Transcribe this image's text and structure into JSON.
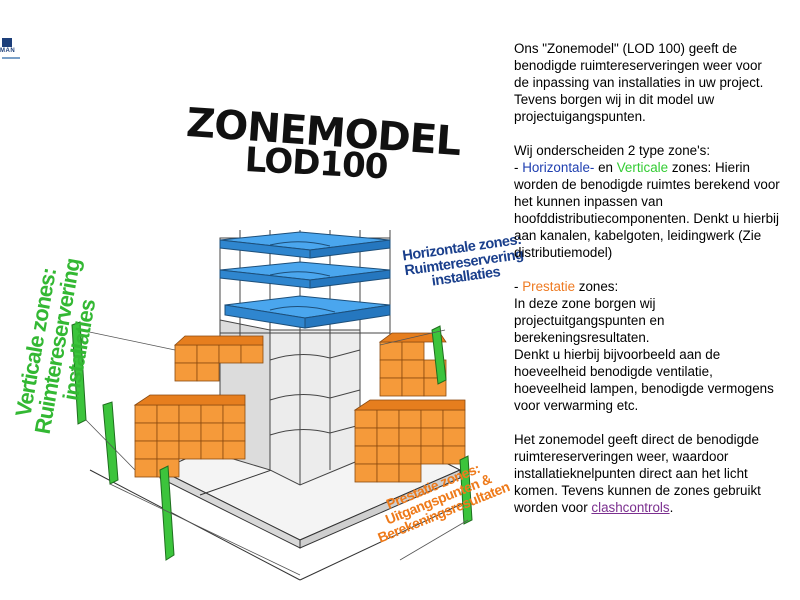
{
  "logo": {
    "text": "MAN"
  },
  "title": {
    "line1": "ZONEMODEL",
    "line2": "LOD100"
  },
  "labels": {
    "horizontal": [
      "Horizontale zones:",
      "Ruimtereservering",
      "installaties"
    ],
    "vertical": [
      "Verticale zones:",
      "Ruimtereservering",
      "installaties"
    ],
    "prestatie": [
      "Prestatie zones:",
      "Uitgangspunten &",
      "Berekeningsresultaten"
    ]
  },
  "colors": {
    "horizontal": "#3399ee",
    "vertical": "#33bb33",
    "prestatie": "#f08a22"
  },
  "text": {
    "intro": [
      "Ons \"Zonemodel\" (LOD 100) geeft de",
      "benodigde ruimtereserveringen weer  voor",
      "de inpassing van installaties in uw project.",
      "Tevens borgen wij in dit model uw",
      "projectuigangspunten."
    ],
    "types_intro": "Wij onderscheiden 2 type zone's:",
    "hz_dash": "- ",
    "hz_word1": "Horizontale-",
    "hz_en": " en ",
    "hz_word2": "Verticale",
    "hz_rest": " zones: Hierin",
    "hz_lines": [
      "worden de benodigde ruimtes berekend voor",
      "het kunnen inpassen van",
      "hoofddistributiecomponenten. Denkt u hierbij",
      "aan kanalen, kabelgoten, leidingwerk (Zie",
      "distributiemodel)"
    ],
    "pz_dash": "- ",
    "pz_word": "Prestatie",
    "pz_rest": " zones:",
    "pz_lines": [
      "In deze zone borgen wij",
      "projectuitgangspunten en",
      "berekeningsresultaten.",
      "Denkt u hierbij bijvoorbeeld aan de",
      "hoeveelheid benodigde ventilatie,",
      "hoeveelheid lampen, benodigde vermogens",
      "voor verwarming etc."
    ],
    "outro": [
      "Het zonemodel geeft direct de benodigde",
      "ruimtereserveringen weer, waardoor",
      "installatieknelpunten direct aan het licht",
      "komen. Tevens kunnen de zones gebruikt"
    ],
    "outro_last_pre": "worden voor ",
    "outro_link": "clashcontrols",
    "outro_last_post": "."
  }
}
